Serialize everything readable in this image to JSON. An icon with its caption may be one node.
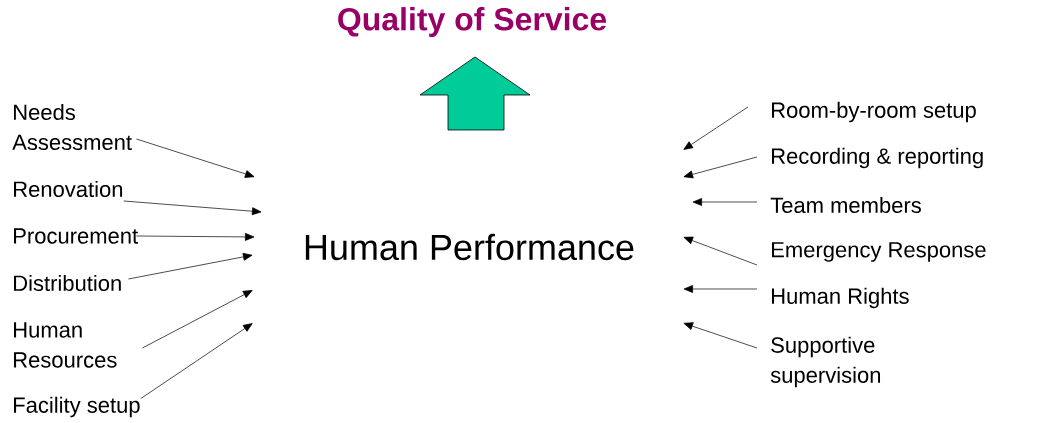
{
  "diagram": {
    "title": "Quality of Service",
    "nodes": [
      {
        "text": [
          "Human Performance"
        ]
      },
      {
        "text": [
          "Needs Assessment"
        ]
      },
      {
        "text": [
          "Renovation"
        ]
      },
      {
        "text": [
          "Procurement"
        ]
      },
      {
        "text": [
          "Distribution"
        ]
      },
      {
        "text": [
          "Human Resources"
        ]
      },
      {
        "text": [
          "Facility setup"
        ]
      },
      {
        "text": [
          "Room-by-room setup"
        ]
      },
      {
        "text": [
          "Recording & reporting"
        ]
      },
      {
        "text": [
          "Team members"
        ]
      },
      {
        "text": [
          "Emergency Response"
        ]
      },
      {
        "text": [
          "Human Rights"
        ]
      },
      {
        "text": [
          "Supportive supervision"
        ]
      }
    ],
    "edges": [
      {
        "from": 1,
        "to": null,
        "arrow": "to"
      },
      {
        "from": 2,
        "to": null,
        "arrow": "to"
      },
      {
        "from": 3,
        "to": null,
        "arrow": "to"
      },
      {
        "from": 4,
        "to": null,
        "arrow": "to"
      },
      {
        "from": 5,
        "to": null,
        "arrow": "to"
      },
      {
        "from": 6,
        "to": null,
        "arrow": "to"
      },
      {
        "from": 7,
        "to": null,
        "arrow": "to"
      },
      {
        "from": 8,
        "to": null,
        "arrow": "to"
      },
      {
        "from": 9,
        "to": null,
        "arrow": "to"
      },
      {
        "from": 10,
        "to": null,
        "arrow": "to"
      },
      {
        "from": 11,
        "to": null,
        "arrow": "to"
      },
      {
        "from": 12,
        "to": null,
        "arrow": "to"
      }
    ]
  }
}
